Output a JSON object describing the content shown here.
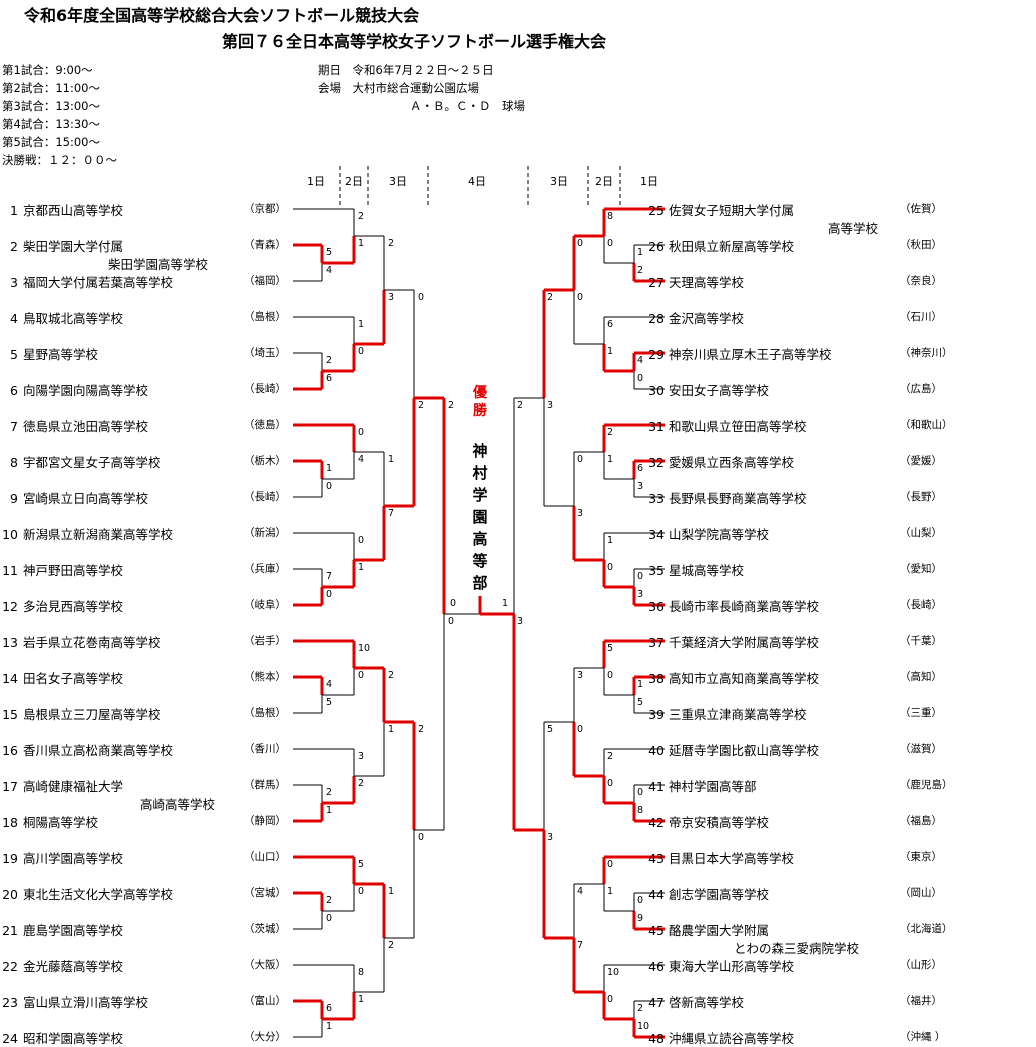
{
  "title": {
    "line1": "令和6年度全国高等学校総合大会ソフトボール競技大会",
    "line2": "第回７６全日本高等学校女子ソフトボール選手権大会"
  },
  "schedule": [
    "第1試合：9:00～",
    "第2試合：11:00～",
    "第3試合：13:00～",
    "第4試合：13:30～",
    "第5試合：15:00～",
    "決勝戦：１２：００～"
  ],
  "info": {
    "date": "期日　令和6年7月２２日～２５日",
    "venue": "会場　大村市総合運動公園広場",
    "fields": "Ａ・Ｂ。Ｃ・Ｄ　球場"
  },
  "rounds_left": [
    "1日",
    "2日",
    "3日"
  ],
  "rounds_center": "4日",
  "rounds_right": [
    "3日",
    "2日",
    "1日"
  ],
  "champion": {
    "label": "優勝",
    "name": "神村学園高等部"
  },
  "teams_left": [
    {
      "num": "1",
      "name": "京都西山高等学校",
      "pref": "（京都）"
    },
    {
      "num": "2",
      "name": "柴田学園大学付属",
      "pref": "（青森）",
      "cont": "柴田学園高等学校"
    },
    {
      "num": "3",
      "name": "福岡大学付属若葉高等学校",
      "pref": "（福岡）"
    },
    {
      "num": "4",
      "name": "鳥取城北高等学校",
      "pref": "（島根）"
    },
    {
      "num": "5",
      "name": "星野高等学校",
      "pref": "（埼玉）"
    },
    {
      "num": "6",
      "name": "向陽学園向陽高等学校",
      "pref": "（長崎）"
    },
    {
      "num": "7",
      "name": "徳島県立池田高等学校",
      "pref": "（徳島）"
    },
    {
      "num": "8",
      "name": "宇都宮文星女子高等学校",
      "pref": "（栃木）"
    },
    {
      "num": "9",
      "name": "宮崎県立日向高等学校",
      "pref": "（長崎）"
    },
    {
      "num": "10",
      "name": "新潟県立新潟商業高等学校",
      "pref": "（新潟）"
    },
    {
      "num": "11",
      "name": "神戸野田高等学校",
      "pref": "（兵庫）"
    },
    {
      "num": "12",
      "name": "多治見西高等学校",
      "pref": "（岐阜）"
    },
    {
      "num": "13",
      "name": "岩手県立花巻南高等学校",
      "pref": "（岩手）"
    },
    {
      "num": "14",
      "name": "田名女子高等学校",
      "pref": "（熊本）"
    },
    {
      "num": "15",
      "name": "島根県立三刀屋高等学校",
      "pref": "（島根）"
    },
    {
      "num": "16",
      "name": "香川県立高松商業高等学校",
      "pref": "（香川）"
    },
    {
      "num": "17",
      "name": "高崎健康福祉大学",
      "pref": "（群馬）",
      "cont": "高崎高等学校"
    },
    {
      "num": "18",
      "name": "桐陽高等学校",
      "pref": "（静岡）"
    },
    {
      "num": "19",
      "name": "高川学園高等学校",
      "pref": "（山口）"
    },
    {
      "num": "20",
      "name": "東北生活文化大学高等学校",
      "pref": "（宮城）"
    },
    {
      "num": "21",
      "name": "鹿島学園高等学校",
      "pref": "（茨城）"
    },
    {
      "num": "22",
      "name": "金光藤蔭高等学校",
      "pref": "（大阪）"
    },
    {
      "num": "23",
      "name": "富山県立滑川高等学校",
      "pref": "（富山）"
    },
    {
      "num": "24",
      "name": "昭和学園高等学校",
      "pref": "（大分）"
    }
  ],
  "teams_right": [
    {
      "num": "25",
      "name": "佐賀女子短期大学付属",
      "pref": "（佐賀）",
      "cont": "高等学校"
    },
    {
      "num": "26",
      "name": "秋田県立新屋高等学校",
      "pref": "（秋田）"
    },
    {
      "num": "27",
      "name": "天理高等学校",
      "pref": "（奈良）"
    },
    {
      "num": "28",
      "name": "金沢高等学校",
      "pref": "（石川）"
    },
    {
      "num": "29",
      "name": "神奈川県立厚木王子高等学校",
      "pref": "（神奈川）"
    },
    {
      "num": "30",
      "name": "安田女子高等学校",
      "pref": "（広島）"
    },
    {
      "num": "31",
      "name": "和歌山県立笹田高等学校",
      "pref": "（和歌山）"
    },
    {
      "num": "32",
      "name": "愛媛県立西条高等学校",
      "pref": "（愛媛）"
    },
    {
      "num": "33",
      "name": "長野県長野商業高等学校",
      "pref": "（長野）"
    },
    {
      "num": "34",
      "name": "山梨学院高等学校",
      "pref": "（山梨）"
    },
    {
      "num": "35",
      "name": "星城高等学校",
      "pref": "（愛知）"
    },
    {
      "num": "36",
      "name": "長崎市率長崎商業高等学校",
      "pref": "（長崎）"
    },
    {
      "num": "37",
      "name": "千葉経済大学附属高等学校",
      "pref": "（千葉）"
    },
    {
      "num": "38",
      "name": "高知市立高知商業高等学校",
      "pref": "（高知）"
    },
    {
      "num": "39",
      "name": "三重県立津商業高等学校",
      "pref": "（三重）"
    },
    {
      "num": "40",
      "name": "延暦寺学園比叡山高等学校",
      "pref": "（滋賀）"
    },
    {
      "num": "41",
      "name": "神村学園高等部",
      "pref": "（鹿児島）"
    },
    {
      "num": "42",
      "name": "帝京安積高等学校",
      "pref": "（福島）"
    },
    {
      "num": "43",
      "name": "目黒日本大学高等学校",
      "pref": "（東京）"
    },
    {
      "num": "44",
      "name": "創志学園高等学校",
      "pref": "（岡山）"
    },
    {
      "num": "45",
      "name": "酪農学園大学附属",
      "pref": "（北海道）",
      "cont": "とわの森三愛病院学校"
    },
    {
      "num": "46",
      "name": "東海大学山形高等学校",
      "pref": "（山形）"
    },
    {
      "num": "47",
      "name": "啓新高等学校",
      "pref": "（福井）"
    },
    {
      "num": "48",
      "name": "沖縄県立読谷高等学校",
      "pref": "（沖縄 ）"
    }
  ],
  "scores": {
    "L1": [
      "5",
      "4",
      "2",
      "6",
      "1",
      "0",
      "7",
      "0",
      "4",
      "5",
      "2",
      "1",
      "2",
      "0",
      "6",
      "1"
    ],
    "L2": [
      "2",
      "1",
      "1",
      "0",
      "0",
      "4",
      "0",
      "1",
      "10",
      "0",
      "3",
      "2",
      "5",
      "0",
      "8",
      "1"
    ],
    "L3": [
      "2",
      "3",
      "1",
      "7",
      "2",
      "1",
      "1",
      "2"
    ],
    "L4": [
      "0",
      "2",
      "2",
      "0",
      "2",
      "0"
    ],
    "F": [
      "0",
      "1"
    ],
    "R1": [
      "1",
      "2",
      "4",
      "0",
      "6",
      "3",
      "0",
      "3",
      "1",
      "5",
      "0",
      "8",
      "0",
      "9",
      "2",
      "10"
    ],
    "R2": [
      "8",
      "0",
      "6",
      "1",
      "2",
      "1",
      "1",
      "0",
      "5",
      "0",
      "2",
      "0",
      "0",
      "1",
      "10",
      "0"
    ],
    "R3": [
      "0",
      "0",
      "0",
      "3",
      "3",
      "0",
      "4",
      "7"
    ],
    "R4": [
      "2",
      "3",
      "5",
      "3",
      "2",
      "3"
    ]
  }
}
